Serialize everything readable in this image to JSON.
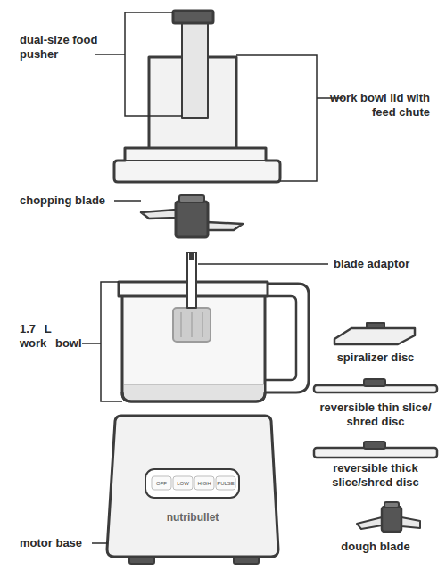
{
  "diagram": {
    "labels": [
      "dual-size food pusher",
      "work bowl lid with feed chute",
      "chopping blade",
      "blade adaptor",
      "1.7 L work bowl",
      "spiralizer disc",
      "reversible thin slice/ shred disc",
      "reversible thick slice/shred disc",
      "OFF",
      "LOW",
      "HIGH",
      "PULSE",
      "nutribullet",
      "dough blade",
      "motor base"
    ]
  }
}
